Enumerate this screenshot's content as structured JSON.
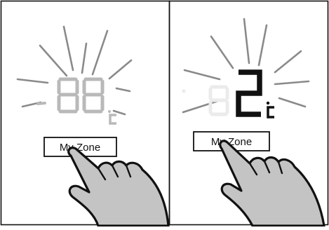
{
  "colors": {
    "ink": "#111111",
    "ray": "#8a8a8a",
    "dim_digit": "#b9b9b9",
    "faint_digit": "#ebebeb",
    "hand_fill": "#c4c4c4"
  },
  "left_panel": {
    "display_digits": "88",
    "unit": "c",
    "button_label": "My Zone",
    "display_state": "flashing"
  },
  "right_panel": {
    "display_digits": "2",
    "ghost_digit": "8",
    "unit": "c",
    "button_label": "My Zone",
    "display_state": "set"
  },
  "icons": [
    "sunburst-icon",
    "pointing-hand-icon"
  ]
}
